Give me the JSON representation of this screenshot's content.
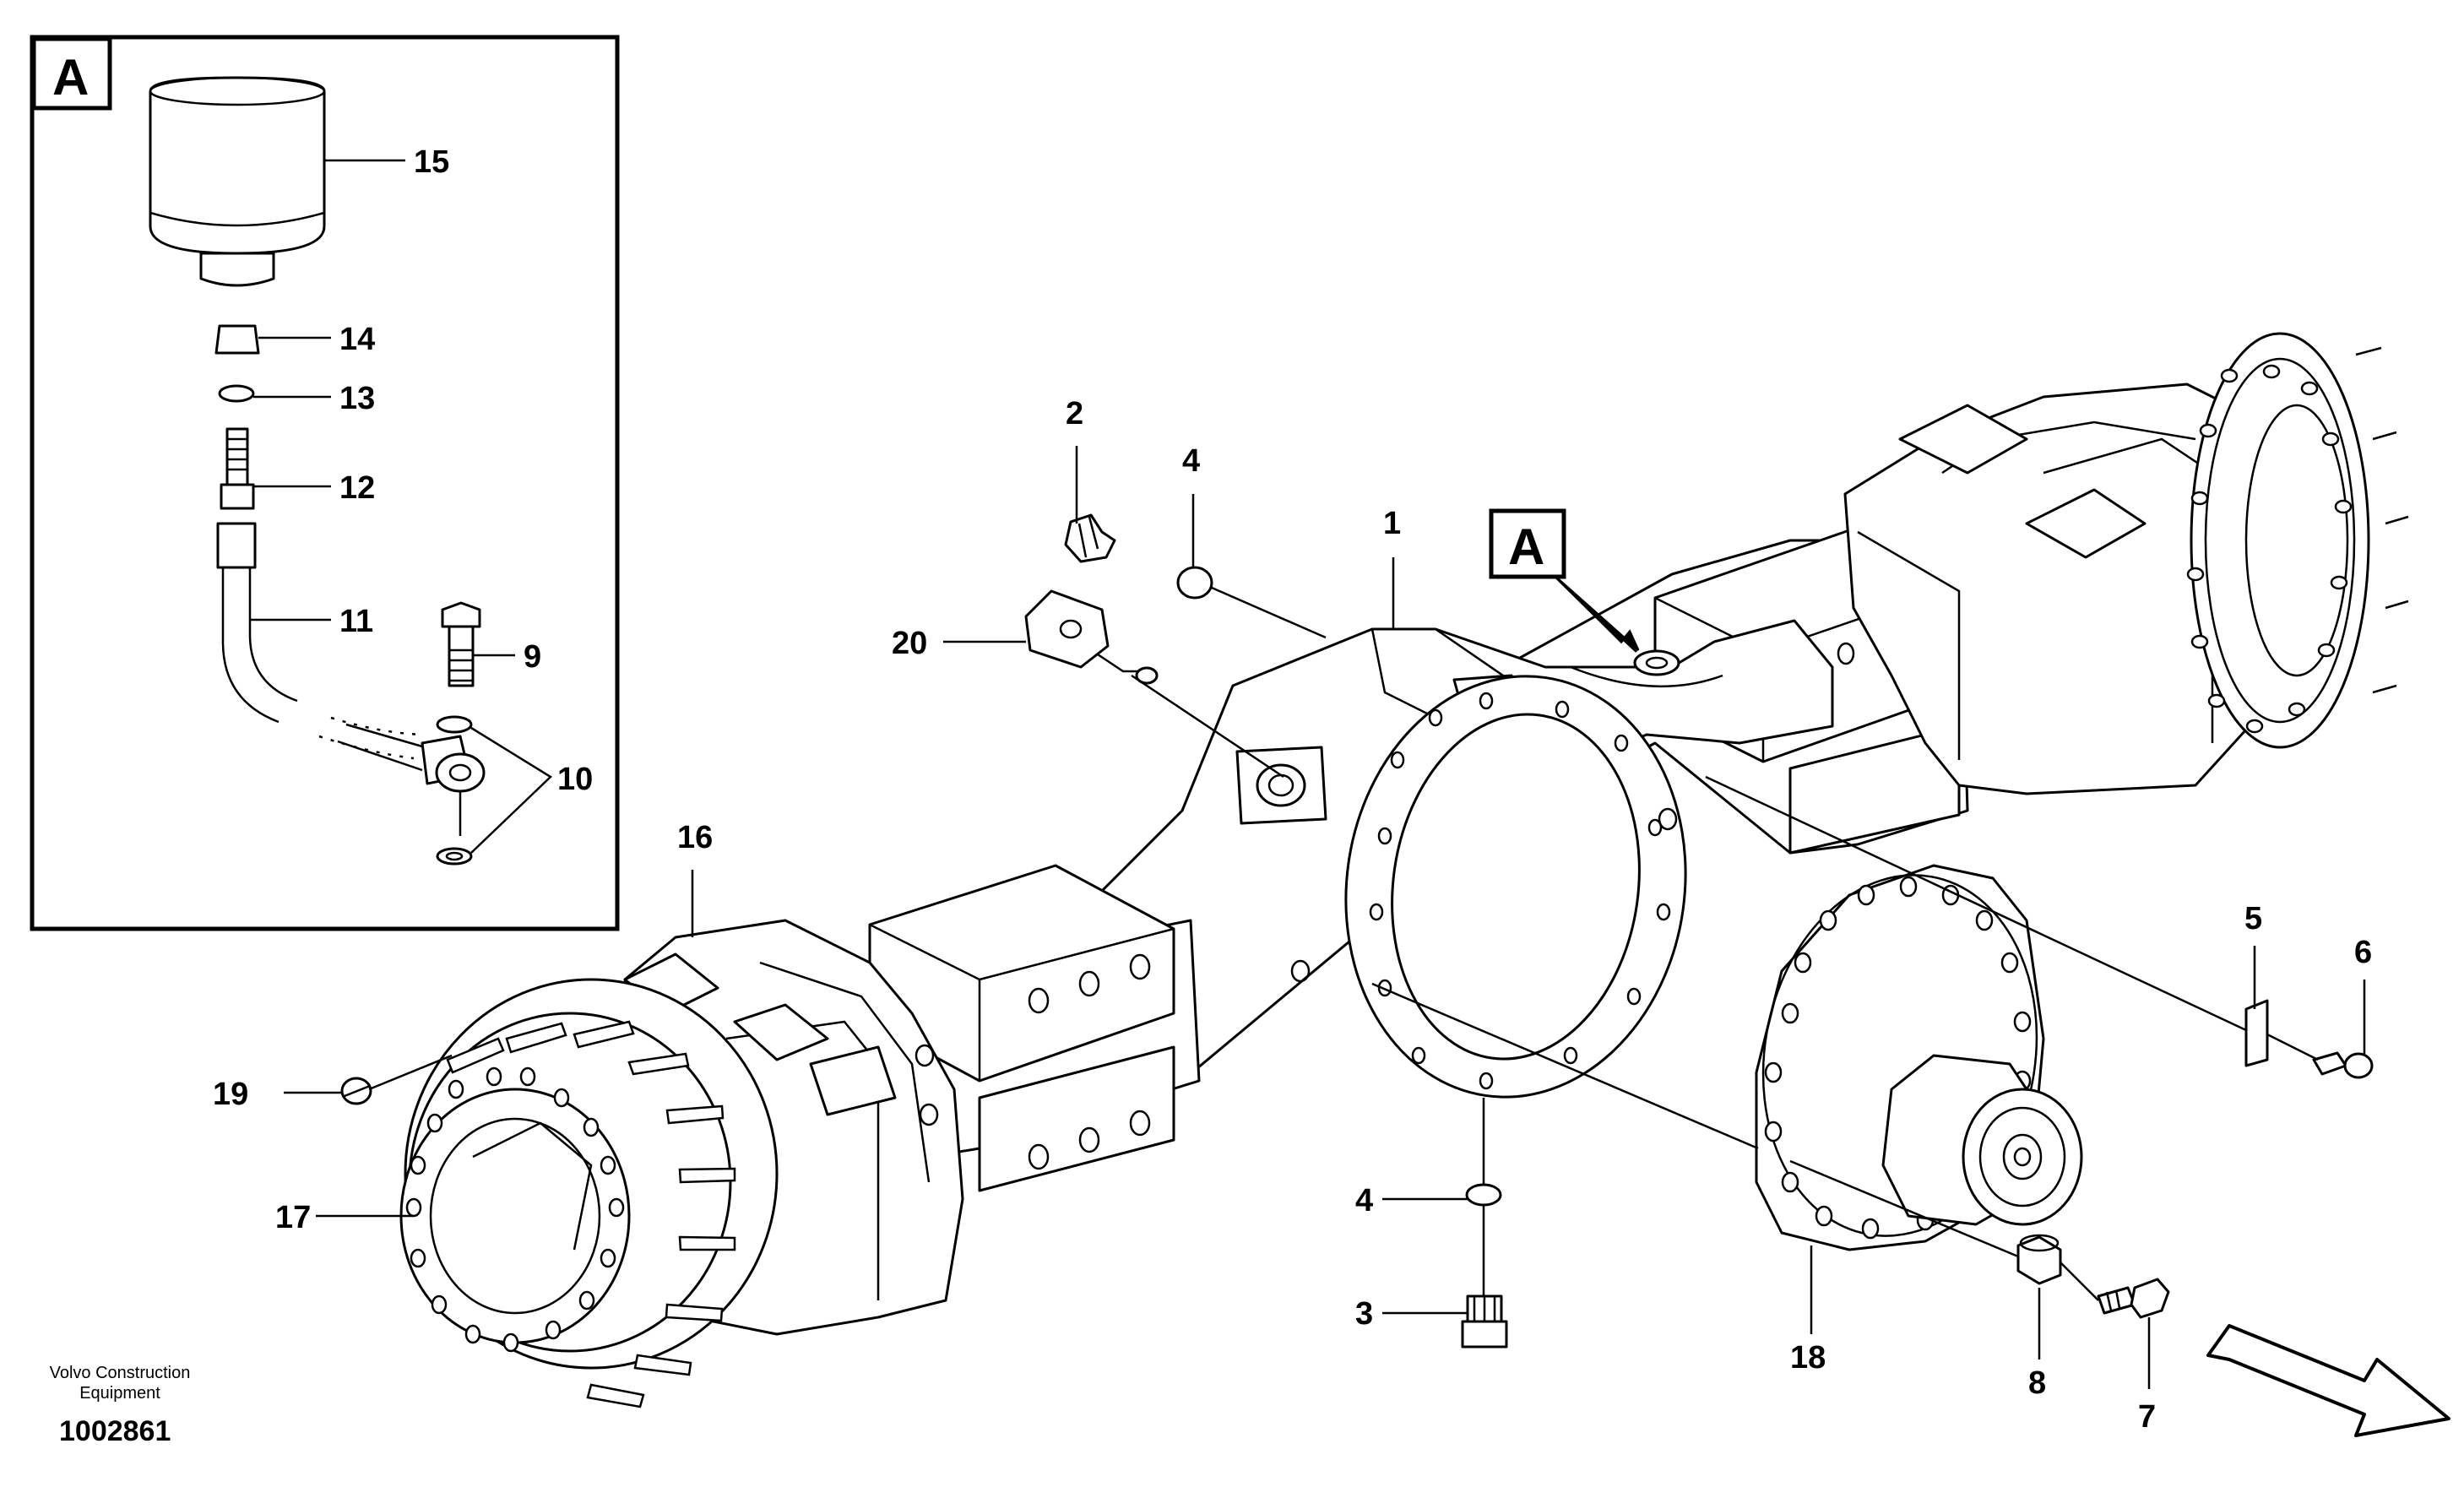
{
  "inset": {
    "ref_letter": "A"
  },
  "main_ref_letter": "A",
  "callouts": {
    "c1": "1",
    "c2": "2",
    "c3": "3",
    "c4a": "4",
    "c4b": "4",
    "c5": "5",
    "c6": "6",
    "c7": "7",
    "c8": "8",
    "c9": "9",
    "c10": "10",
    "c11": "11",
    "c12": "12",
    "c13": "13",
    "c14": "14",
    "c15": "15",
    "c16": "16",
    "c17": "17",
    "c18": "18",
    "c19": "19",
    "c20": "20"
  },
  "footer": {
    "publisher_line1": "Volvo Construction",
    "publisher_line2": "Equipment",
    "document_number": "1002861"
  }
}
